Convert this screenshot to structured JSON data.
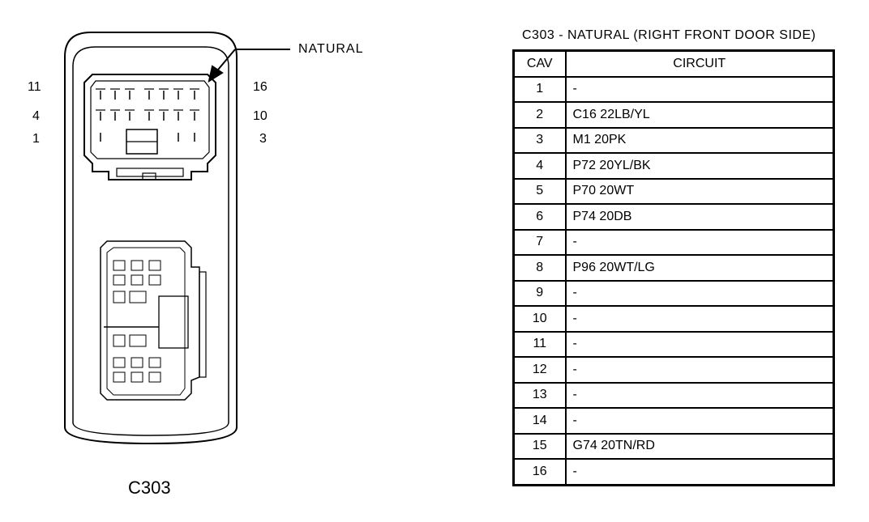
{
  "connector": {
    "id": "C303",
    "color_label": "NATURAL",
    "pin_numbers": {
      "left_top": "11",
      "left_middle": "4",
      "left_bottom": "1",
      "right_top": "16",
      "right_middle": "10",
      "right_bottom": "3"
    }
  },
  "table": {
    "title": "C303 - NATURAL (RIGHT FRONT DOOR SIDE)",
    "headers": {
      "cav": "CAV",
      "circuit": "CIRCUIT"
    },
    "rows": [
      {
        "cav": "1",
        "circuit": "-"
      },
      {
        "cav": "2",
        "circuit": "C16 22LB/YL"
      },
      {
        "cav": "3",
        "circuit": "M1 20PK"
      },
      {
        "cav": "4",
        "circuit": "P72 20YL/BK"
      },
      {
        "cav": "5",
        "circuit": "P70 20WT"
      },
      {
        "cav": "6",
        "circuit": "P74 20DB"
      },
      {
        "cav": "7",
        "circuit": "-"
      },
      {
        "cav": "8",
        "circuit": "P96 20WT/LG"
      },
      {
        "cav": "9",
        "circuit": "-"
      },
      {
        "cav": "10",
        "circuit": "-"
      },
      {
        "cav": "11",
        "circuit": "-"
      },
      {
        "cav": "12",
        "circuit": "-"
      },
      {
        "cav": "13",
        "circuit": "-"
      },
      {
        "cav": "14",
        "circuit": "-"
      },
      {
        "cav": "15",
        "circuit": "G74 20TN/RD"
      },
      {
        "cav": "16",
        "circuit": "-"
      }
    ]
  }
}
